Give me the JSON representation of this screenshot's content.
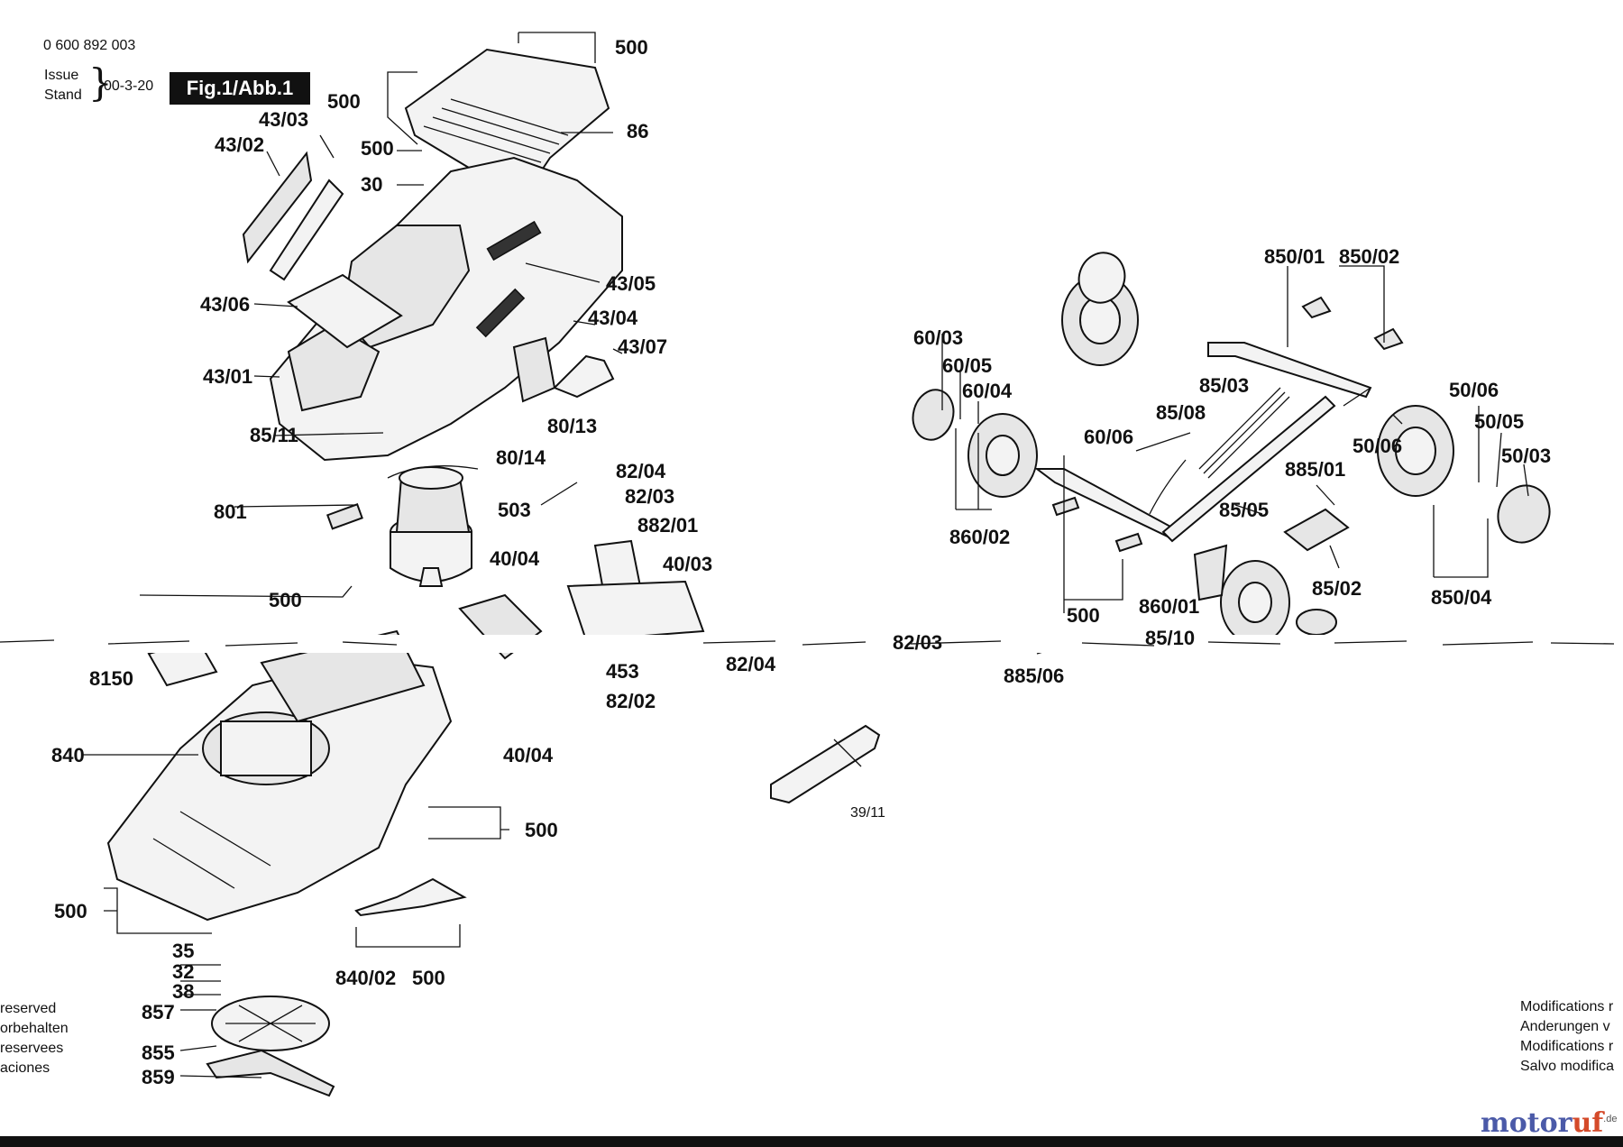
{
  "header": {
    "part_number": "0 600 892 003",
    "issue_label": "Issue",
    "stand_label": "Stand",
    "date": "00-3-20",
    "figure_label": "Fig.1/Abb.1"
  },
  "notice_left": [
    "reserved",
    "orbehalten",
    "reservees",
    "aciones"
  ],
  "notice_right": [
    "Modifications r",
    "Anderungen v",
    "Modifications r",
    "Salvo modifica"
  ],
  "watermark": {
    "part1": "motor",
    "part2": "uf",
    "suffix": ".de"
  },
  "callouts": {
    "c500a": "500",
    "c500b": "500",
    "c86": "86",
    "c500c": "500",
    "c30": "30",
    "c4303": "43/03",
    "c4302": "43/02",
    "c4305": "43/05",
    "c4306": "43/06",
    "c4304": "43/04",
    "c4307": "43/07",
    "c4301": "43/01",
    "c8511": "85/11",
    "c8013": "80/13",
    "c8014": "80/14",
    "c8204a": "82/04",
    "c8203a": "82/03",
    "c503": "503",
    "c88201": "882/01",
    "c801": "801",
    "c4004a": "40/04",
    "c4003": "40/03",
    "c500d": "500",
    "c8150": "8150",
    "c453": "453",
    "c8202": "82/02",
    "c8204b": "82/04",
    "c8203b": "82/03",
    "c4004b": "40/04",
    "c840": "840",
    "c500e": "500",
    "c500f": "500",
    "c84002": "840/02",
    "c500g": "500",
    "c35": "35",
    "c32": "32",
    "c38": "38",
    "c857": "857",
    "c855": "855",
    "c859": "859",
    "c3911": "39/11",
    "c85001": "850/01",
    "c85002": "850/02",
    "c6003": "60/03",
    "c6005": "60/05",
    "c6004": "60/04",
    "c8503": "85/03",
    "c8508": "85/08",
    "c6006": "60/06",
    "c5006a": "50/06",
    "c5005": "50/05",
    "c5006b": "50/06",
    "c5003": "50/03",
    "c88501": "885/01",
    "c8505": "85/05",
    "c86002": "860/02",
    "c500h": "500",
    "c86001": "860/01",
    "c8502": "85/02",
    "c85004": "850/04",
    "c88506": "885/06",
    "c8510": "85/10"
  }
}
